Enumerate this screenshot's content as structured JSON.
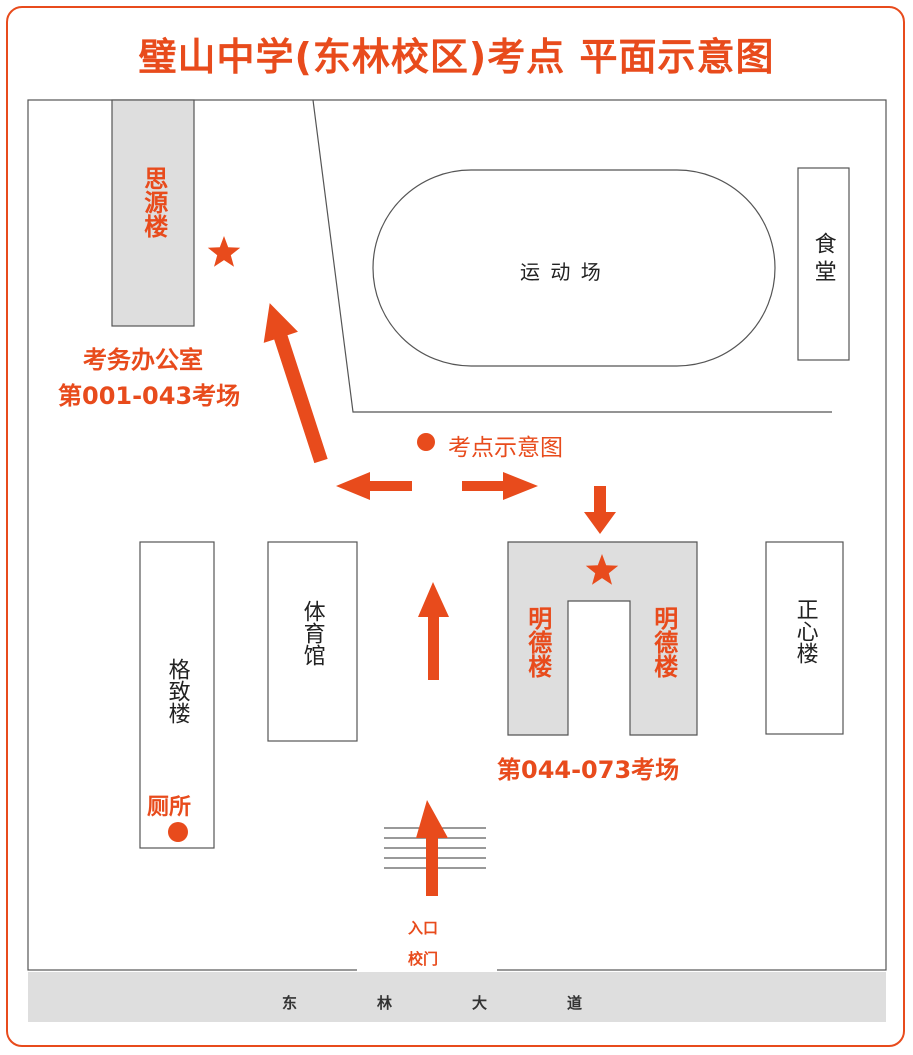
{
  "title": "璧山中学(东林校区)考点 平面示意图",
  "buildings": {
    "siyuan": "思源楼",
    "playground": "运 动 场",
    "canteen": "食堂",
    "gezhi": "格致楼",
    "gym": "体育馆",
    "mingde_left": "明德楼",
    "mingde_right": "明德楼",
    "zhengxin": "正心楼"
  },
  "labels": {
    "exam_office": "考务办公室",
    "rooms_1": "第001-043考场",
    "rooms_2": "第044-073考场",
    "toilet": "厕所",
    "map_point": "考点示意图",
    "entrance_1": "入口",
    "entrance_2": "校门"
  },
  "road": [
    "东",
    "林",
    "大",
    "道"
  ],
  "colors": {
    "accent": "#e84b1c",
    "highlight_building": "#dedede",
    "road": "#dedede"
  },
  "icons": [
    "star-icon",
    "dot-icon",
    "arrow-icon"
  ]
}
